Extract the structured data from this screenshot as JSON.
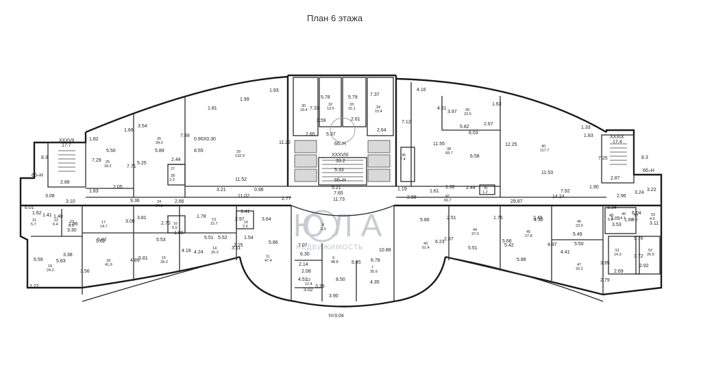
{
  "title": "План 6 этажа",
  "height_note": "h=3.04",
  "watermark": {
    "logo": "ЮЛА",
    "sub": "НЕДВИЖИМОСТЬ"
  },
  "labels": {
    "axis_left": "6б–Н",
    "axis_right": "6б–Н",
    "axis_center_a": "6б–Н",
    "axis_center_b": "6б–Н",
    "stair_left": "XXXVII",
    "stair_left_area": "17.7",
    "stair_right": "XXXIX",
    "stair_right_area": "17.4",
    "stair_center": "XXXVIII",
    "stair_center_area": "33.2"
  },
  "dimensions": [
    "1.99",
    "1.93",
    "1.81",
    "0.90X0.30",
    "8.55",
    "11.22",
    "11.52",
    "3.21",
    "0.96",
    "11.02",
    "5.50",
    "5.89",
    "1.82",
    "7.29",
    "7.71",
    "5.25",
    "1.66",
    "3.54",
    "7.89",
    "2.44",
    "8.3",
    "2.88",
    "1.83",
    "2.05",
    "3.08",
    "3.10",
    "9.36",
    "2.66",
    "2.77",
    "5.78",
    "7.33",
    "5.79",
    "7.37",
    "2.59",
    "2.61",
    "2.65",
    "5.37",
    "2.64",
    "5.33",
    "5.21",
    "7.65",
    "11.73",
    "4.16",
    "1.63",
    "4.61",
    "3.97",
    "5.82",
    "2.67",
    "6.03",
    "7.12",
    "11.55",
    "6.58",
    "12.25",
    "11.53",
    "1.33",
    "1.83",
    "7.25",
    "8.3",
    "2.87",
    "2.96",
    "3.24",
    "3.22",
    "1.19",
    "1.61",
    "2.44",
    "1.32",
    "2.88",
    "29.87",
    "14.24",
    "7.92",
    "1.90",
    "6.01",
    "1.62",
    "1.41",
    "1.40",
    "1.96",
    "3.30",
    "5.87",
    "5.83",
    "5.59",
    "3.38",
    "3.56",
    "2.72",
    "5.62",
    "3.08",
    "3.81",
    "2.70",
    "1.89",
    "5.53",
    "4.89",
    "5.81",
    "4.18",
    "4.24",
    "1.78",
    "5.51",
    "5.52",
    "2.97",
    "3.41",
    "1.54",
    "3.11",
    "3.64",
    "5.86",
    "2.25",
    "7.07",
    "6.30",
    "8.45",
    "8.50",
    "4.35",
    "6.78",
    "10.88",
    "3.90",
    "3.02",
    "2.14",
    "2.08",
    "4.51",
    "3.39",
    "5.86",
    "6.23",
    "2.87",
    "2.51",
    "5.51",
    "5.66",
    "5.42",
    "5.88",
    "1.75",
    "4.97",
    "4.41",
    "2.49",
    "4.30",
    "5.49",
    "5.50",
    "2.79",
    "3.95",
    "3.53",
    "3.34",
    "6.04",
    "1.88",
    "5.76",
    "3.72",
    "2.92",
    "2.69",
    "3.11",
    "3.05"
  ],
  "rooms": [
    {
      "n": "25",
      "a": "18.2"
    },
    {
      "n": "26",
      "a": "34.0"
    },
    {
      "n": "27",
      "a": ""
    },
    {
      "n": "28",
      "a": "2.3"
    },
    {
      "n": "29",
      "a": "132.9"
    },
    {
      "n": "30",
      "a": "19.4"
    },
    {
      "n": "32",
      "a": "13.5"
    },
    {
      "n": "33",
      "a": "15.1"
    },
    {
      "n": "34",
      "a": "15.4"
    },
    {
      "n": "35",
      "a": "7.4"
    },
    {
      "n": "38",
      "a": "69.7"
    },
    {
      "n": "39",
      "a": "23.5"
    },
    {
      "n": "40",
      "a": "117.7"
    },
    {
      "n": "41",
      "a": "1.2"
    },
    {
      "n": "42",
      "a": "66.7"
    },
    {
      "n": "24",
      "a": "64.1"
    },
    {
      "n": "21",
      "a": "5.7"
    },
    {
      "n": "22",
      "a": "6.4"
    },
    {
      "n": "23",
      "a": "6.5"
    },
    {
      "n": "17",
      "a": "14.7"
    },
    {
      "n": "18",
      "a": "41.9"
    },
    {
      "n": "19",
      "a": "24.2"
    },
    {
      "n": "15",
      "a": "28.3"
    },
    {
      "n": "16",
      "a": "5.0"
    },
    {
      "n": "13",
      "a": "15.7"
    },
    {
      "n": "14",
      "a": "20.3"
    },
    {
      "n": "11",
      "a": "47.4"
    },
    {
      "n": "10",
      "a": "2.6"
    },
    {
      "n": "9",
      "a": "48.8"
    },
    {
      "n": "8",
      "a": "2.3"
    },
    {
      "n": "7",
      "a": "35.9"
    },
    {
      "n": "12",
      "a": "12.4"
    },
    {
      "n": "43",
      "a": "51.4"
    },
    {
      "n": "44",
      "a": "37.0"
    },
    {
      "n": "45",
      "a": "27.8"
    },
    {
      "n": "46",
      "a": "23.0"
    },
    {
      "n": "47",
      "a": "33.2"
    },
    {
      "n": "48",
      "a": "5.3"
    },
    {
      "n": "49",
      "a": "4.1"
    },
    {
      "n": "50",
      "a": "6.5"
    },
    {
      "n": "51",
      "a": "14.3"
    },
    {
      "n": "52",
      "a": "26.9"
    },
    {
      "n": "53",
      "a": "4.6"
    }
  ]
}
